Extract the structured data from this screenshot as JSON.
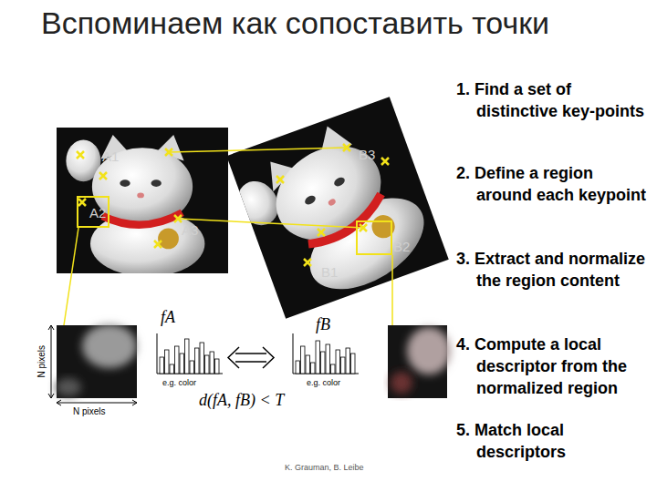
{
  "diagram": {
    "title": "Вспоминаем как сопоставить точки",
    "nodes": [
      {
        "text": [
          "A2"
        ]
      },
      {
        "text": [
          "B2"
        ]
      }
    ],
    "labels": [
      "A1",
      "A3",
      "B3",
      "B1",
      "1. Find a set of distinctive key-points",
      "2. Define a region around each keypoint",
      "3. Extract and normalize the region content",
      "4. Compute a local descriptor from the normalized region",
      "5. Match local descriptors",
      "fA",
      "fB",
      "e.g. color",
      "e.g. color",
      "N pixels",
      "N pixels",
      "d(fA, fB) < T",
      "K. Grauman, B. Leibe"
    ]
  }
}
